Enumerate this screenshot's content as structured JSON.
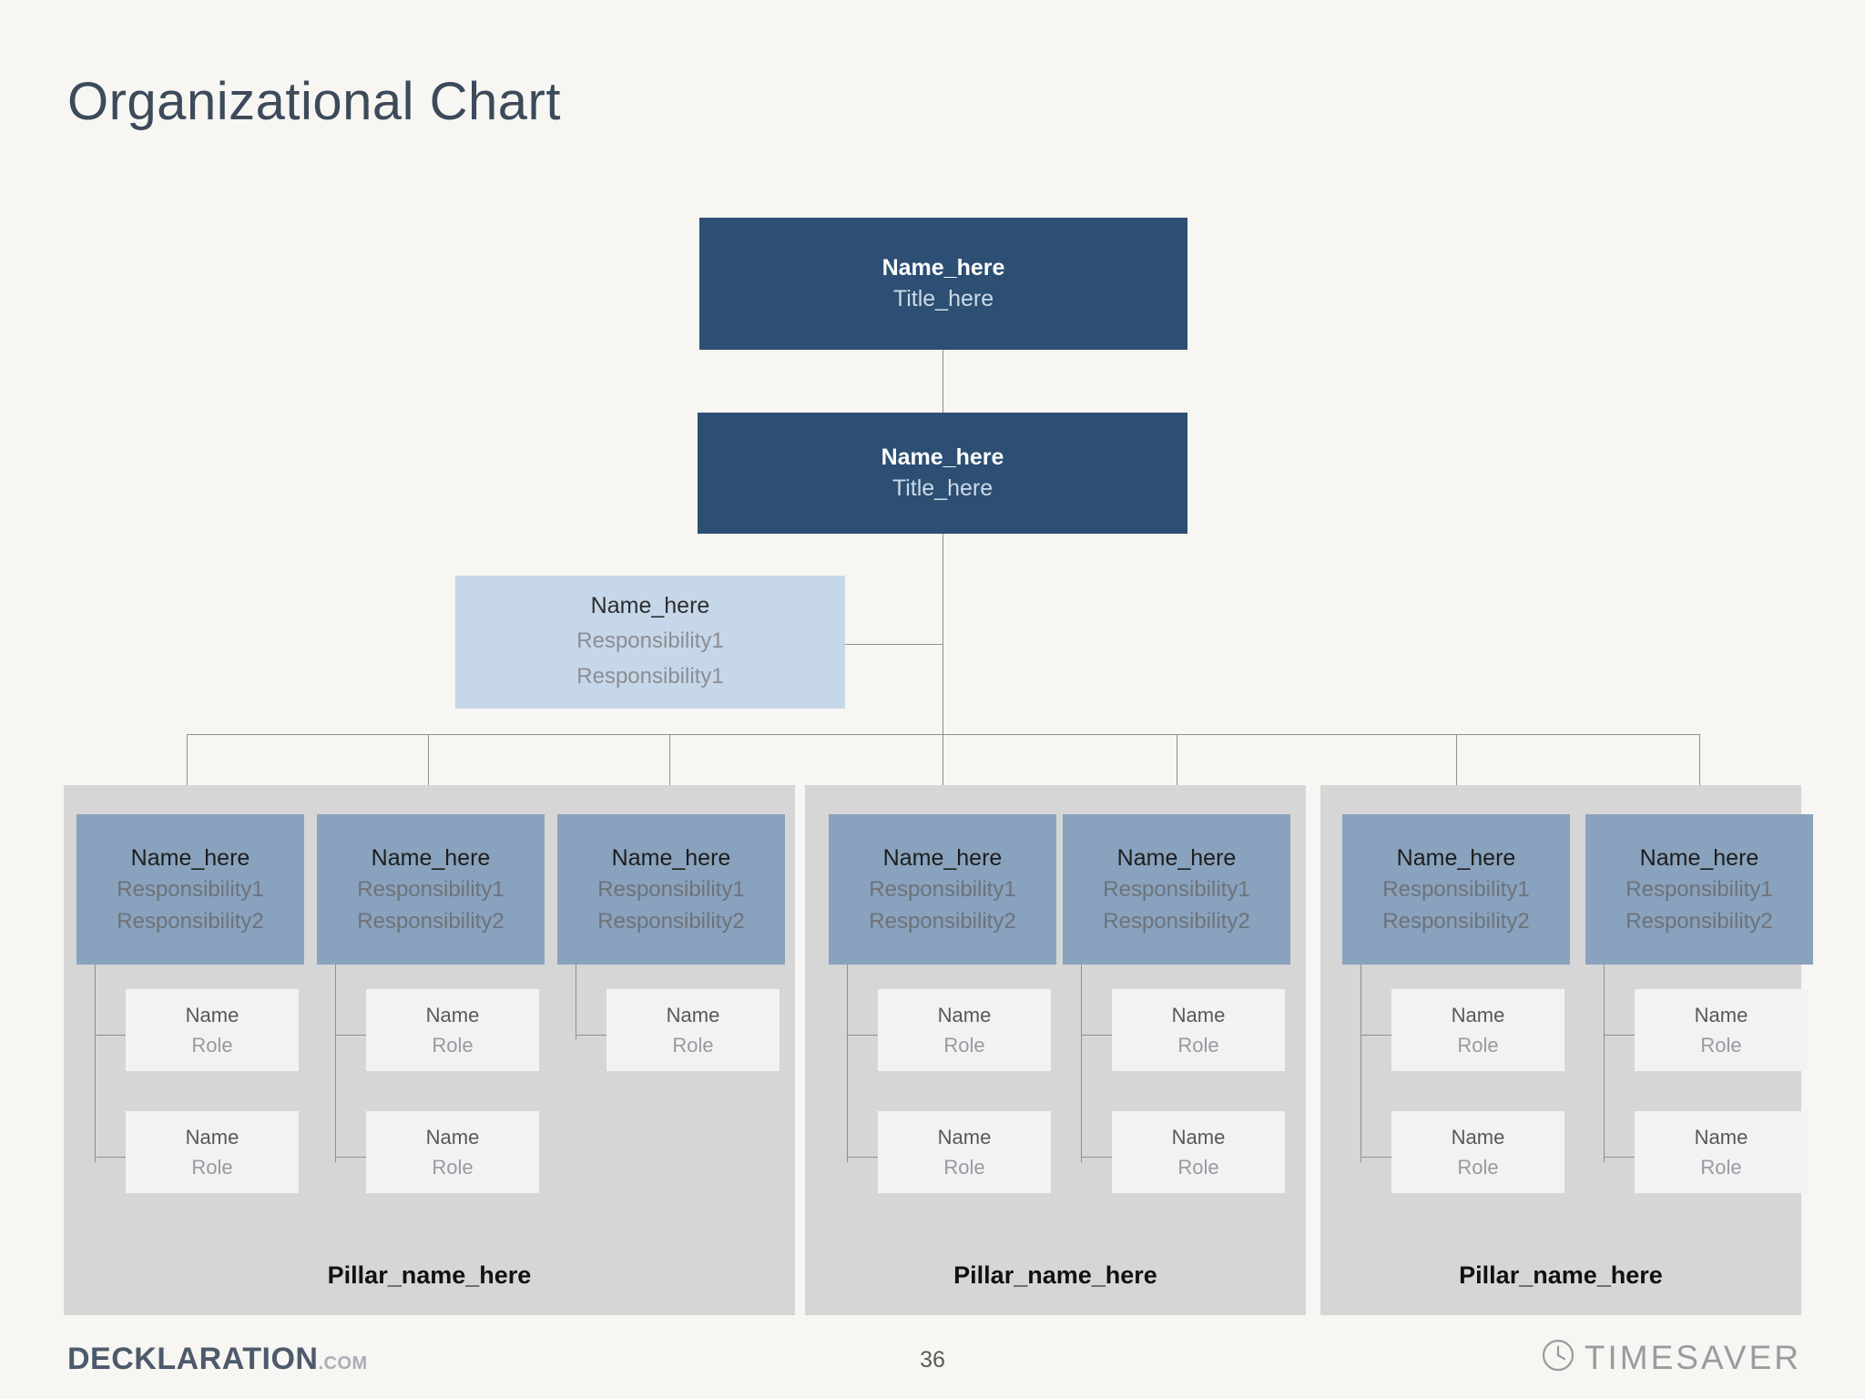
{
  "page": {
    "title": "Organizational Chart",
    "background_color": "#f8f6f2",
    "page_number": "36"
  },
  "colors": {
    "executive_box": "#2c4f73",
    "assistant_box": "#c6d7ea",
    "department_box": "#89a2bd",
    "person_box": "#f2f2f4",
    "pillar_box": "#d6d6d6",
    "title_text": "#3c4a5a",
    "connector_line": "#8a8a8a"
  },
  "chart_data": {
    "type": "diagram",
    "title": "Organizational Chart",
    "executives": [
      {
        "name": "Name_here",
        "title": "Title_here"
      },
      {
        "name": "Name_here",
        "title": "Title_here"
      }
    ],
    "assistant": {
      "name": "Name_here",
      "responsibilities": [
        "Responsibility1",
        "Responsibility1"
      ]
    },
    "pillars": [
      {
        "label": "Pillar_name_here",
        "departments": [
          {
            "name": "Name_here",
            "responsibilities": [
              "Responsibility1",
              "Responsibility2"
            ],
            "people": [
              {
                "name": "Name",
                "role": "Role"
              },
              {
                "name": "Name",
                "role": "Role"
              }
            ]
          },
          {
            "name": "Name_here",
            "responsibilities": [
              "Responsibility1",
              "Responsibility2"
            ],
            "people": [
              {
                "name": "Name",
                "role": "Role"
              },
              {
                "name": "Name",
                "role": "Role"
              }
            ]
          },
          {
            "name": "Name_here",
            "responsibilities": [
              "Responsibility1",
              "Responsibility2"
            ],
            "people": [
              {
                "name": "Name",
                "role": "Role"
              }
            ]
          }
        ]
      },
      {
        "label": "Pillar_name_here",
        "departments": [
          {
            "name": "Name_here",
            "responsibilities": [
              "Responsibility1",
              "Responsibility2"
            ],
            "people": [
              {
                "name": "Name",
                "role": "Role"
              },
              {
                "name": "Name",
                "role": "Role"
              }
            ]
          },
          {
            "name": "Name_here",
            "responsibilities": [
              "Responsibility1",
              "Responsibility2"
            ],
            "people": [
              {
                "name": "Name",
                "role": "Role"
              },
              {
                "name": "Name",
                "role": "Role"
              }
            ]
          }
        ]
      },
      {
        "label": "Pillar_name_here",
        "departments": [
          {
            "name": "Name_here",
            "responsibilities": [
              "Responsibility1",
              "Responsibility2"
            ],
            "people": [
              {
                "name": "Name",
                "role": "Role"
              },
              {
                "name": "Name",
                "role": "Role"
              }
            ]
          },
          {
            "name": "Name_here",
            "responsibilities": [
              "Responsibility1",
              "Responsibility2"
            ],
            "people": [
              {
                "name": "Name",
                "role": "Role"
              },
              {
                "name": "Name",
                "role": "Role"
              }
            ]
          }
        ]
      }
    ]
  },
  "footer": {
    "brand_main": "DECKLARATION",
    "brand_suffix": ".COM",
    "page_number": "36",
    "timesaver_label": "TIMESAVER",
    "clock_icon": "clock-icon"
  }
}
